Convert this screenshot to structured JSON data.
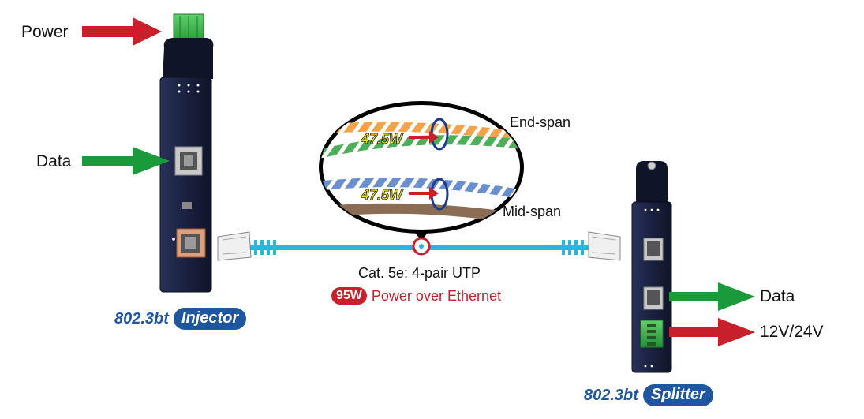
{
  "injector": {
    "power_label": "Power",
    "data_label": "Data",
    "model_prefix": "802.3bt",
    "model_name": "Injector"
  },
  "splitter": {
    "data_label": "Data",
    "power_label": "12V/24V",
    "model_prefix": "802.3bt",
    "model_name": "Splitter"
  },
  "cable": {
    "type_label": "Cat. 5e: 4-pair UTP",
    "power_badge": "95W",
    "power_text": "Power over Ethernet"
  },
  "zoom": {
    "end_span_label": "End-span",
    "mid_span_label": "Mid-span",
    "end_span_power": "47.5W",
    "mid_span_power": "47.5W"
  },
  "colors": {
    "arrow_red": "#c8202a",
    "arrow_green": "#1a9a3a",
    "device_navy": "#1a2140",
    "cable_cyan": "#29b6d8",
    "accent_blue": "#1e56a0",
    "terminal_green": "#3db54a"
  }
}
